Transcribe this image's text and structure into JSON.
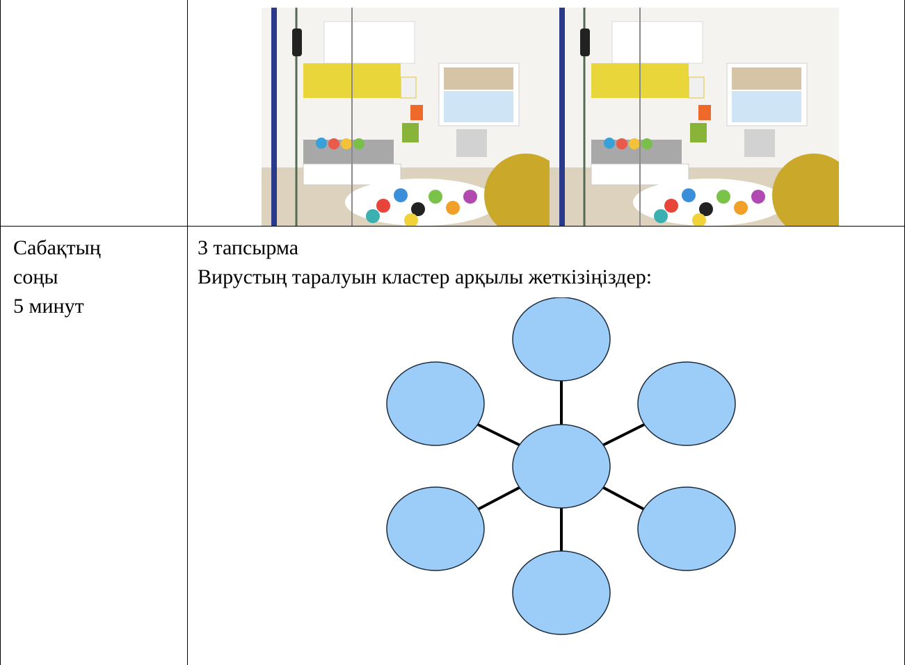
{
  "table": {
    "stage": {
      "line1": "Сабақтың",
      "line2": "соңы",
      "line3": "5 минут"
    },
    "task": {
      "title": "3 тапсырма",
      "instruction": "Вирустың таралуын кластер арқылы жеткізіңіздер:"
    }
  },
  "colors": {
    "bubble_fill": "#9ccdf8",
    "bubble_stroke": "#1b2a3a",
    "connector": "#000000"
  },
  "icons": {
    "photo": "children-room-photo"
  }
}
